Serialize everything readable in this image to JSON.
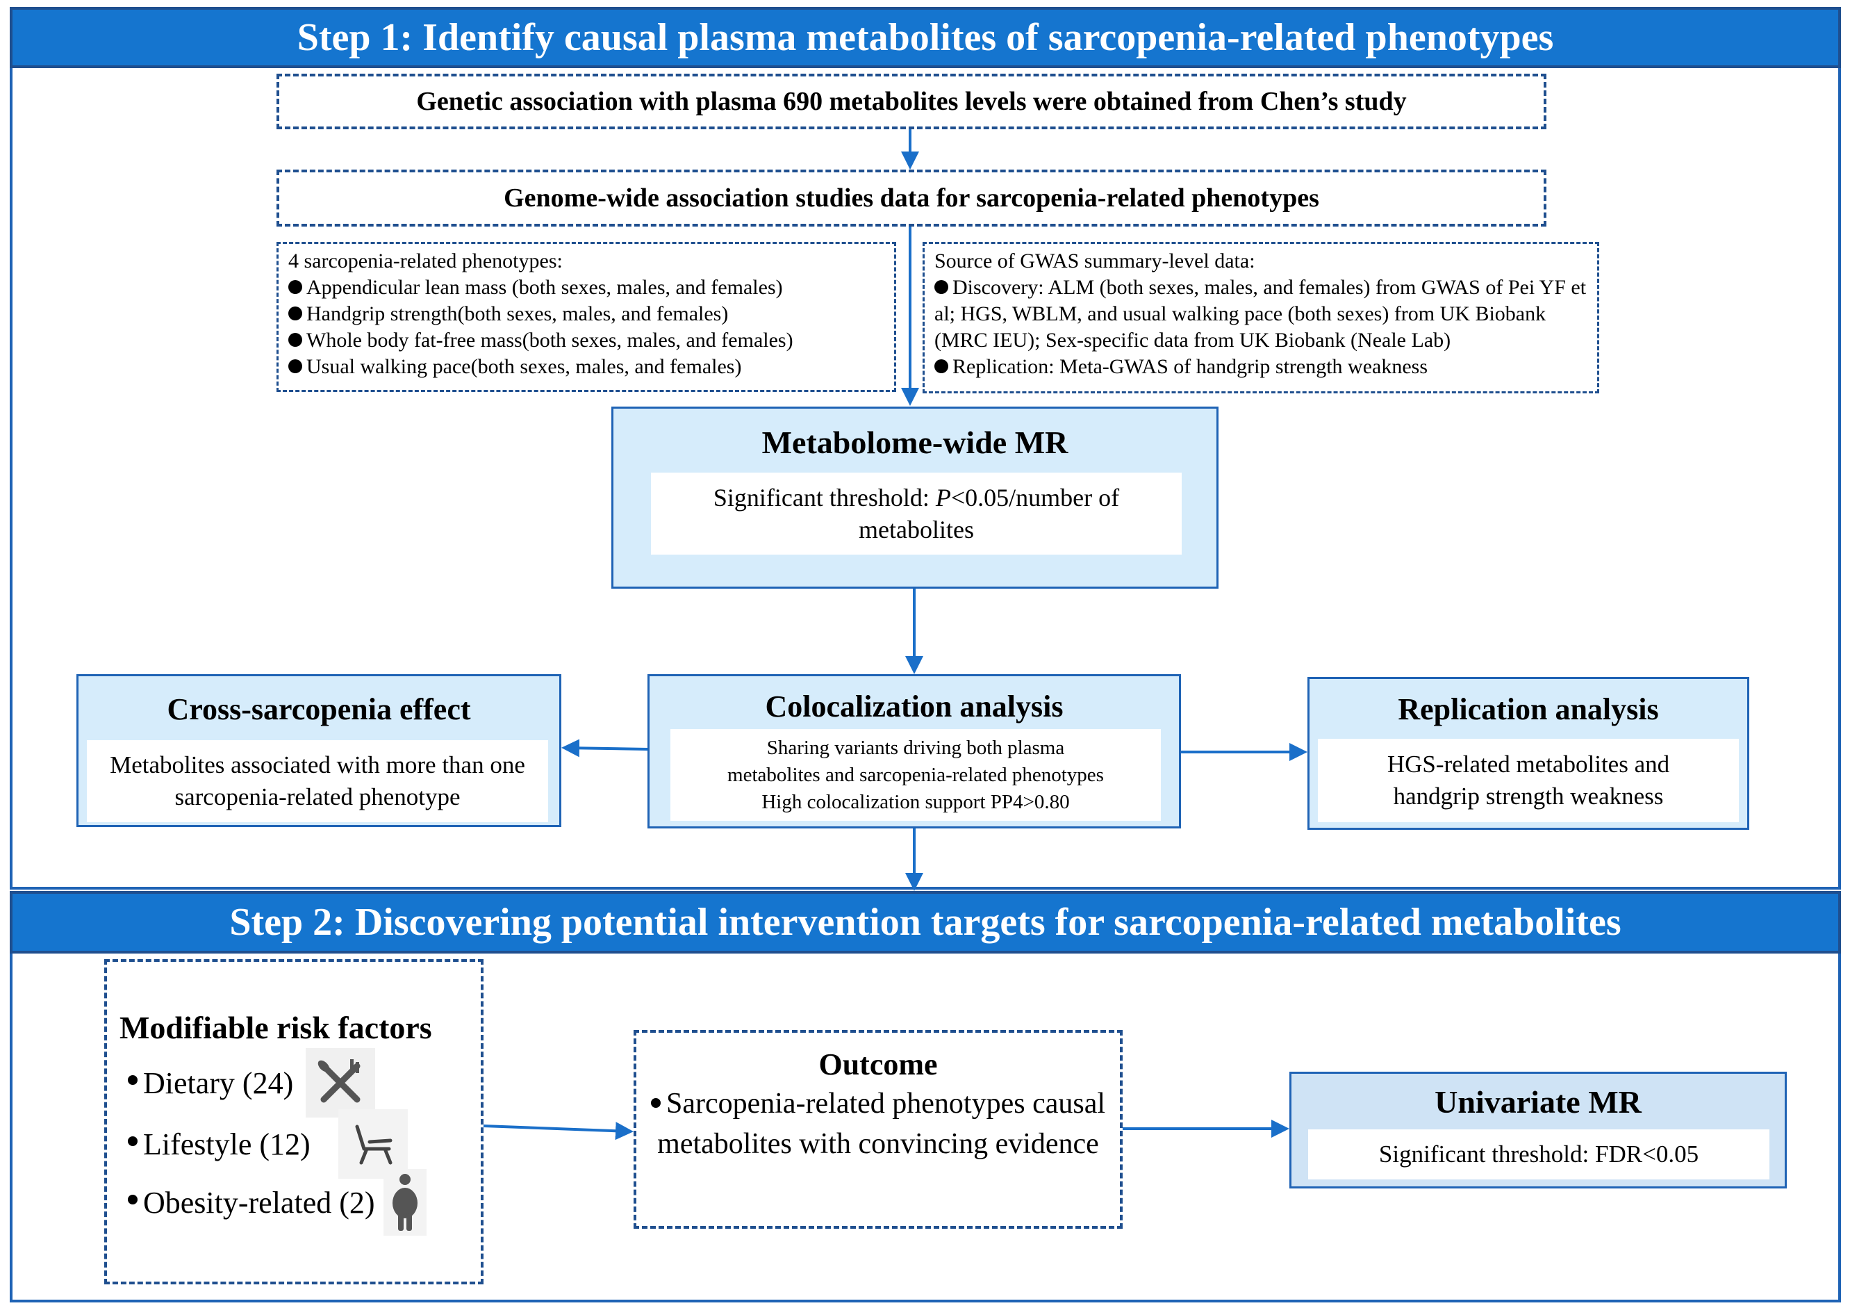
{
  "step1": {
    "title": "Step 1: Identify causal plasma metabolites of sarcopenia-related phenotypes",
    "genetic_box": "Genetic association with plasma 690 metabolites levels were obtained from Chen’s study",
    "gwas_box": "Genome-wide association studies data for sarcopenia-related phenotypes",
    "phenotypes": {
      "heading": "4 sarcopenia-related phenotypes:",
      "items": [
        "Appendicular lean mass (both sexes, males, and females)",
        "Handgrip strength(both sexes, males, and females)",
        "Whole body fat-free mass(both sexes, males, and females)",
        "Usual walking pace(both sexes, males, and females)"
      ]
    },
    "sources": {
      "heading": "Source of GWAS summary-level data:",
      "discovery": "Discovery: ALM (both sexes, males, and females) from GWAS of Pei YF et al; HGS, WBLM, and usual walking pace (both sexes) from UK Biobank (MRC IEU); Sex-specific data from UK Biobank (Neale Lab)",
      "replication": "Replication: Meta-GWAS of handgrip strength weakness"
    },
    "mwmr": {
      "title": "Metabolome-wide MR",
      "threshold_pre": "Significant threshold: ",
      "threshold_p": "P",
      "threshold_post": "<0.05/number of metabolites"
    },
    "cross": {
      "title": "Cross-sarcopenia effect",
      "text": "Metabolites associated with more than one sarcopenia-related phenotype"
    },
    "coloc": {
      "title": "Colocalization analysis",
      "line1": "Sharing variants driving both plasma metabolites and sarcopenia-related phenotypes",
      "line2": "High colocalization support PP4>0.80"
    },
    "replication": {
      "title": "Replication analysis",
      "text": "HGS-related metabolites and handgrip strength weakness"
    }
  },
  "step2": {
    "title": "Step 2: Discovering potential intervention targets for sarcopenia-related metabolites",
    "risk": {
      "title": "Modifiable risk factors",
      "items": [
        {
          "label": "Dietary (24)",
          "icon": "fork-knife-icon"
        },
        {
          "label": "Lifestyle (12)",
          "icon": "lounge-chair-icon"
        },
        {
          "label": "Obesity-related (2)",
          "icon": "person-obese-icon"
        }
      ]
    },
    "outcome": {
      "title": "Outcome",
      "text": "Sarcopenia-related phenotypes causal metabolites with convincing evidence"
    },
    "uvmr": {
      "title": "Univariate MR",
      "threshold": "Significant threshold: FDR<0.05"
    }
  },
  "colors": {
    "banner": "#1575cf",
    "border": "#1f63b5",
    "light_box": "#d6ecfb",
    "arrow": "#1a6fc9"
  }
}
